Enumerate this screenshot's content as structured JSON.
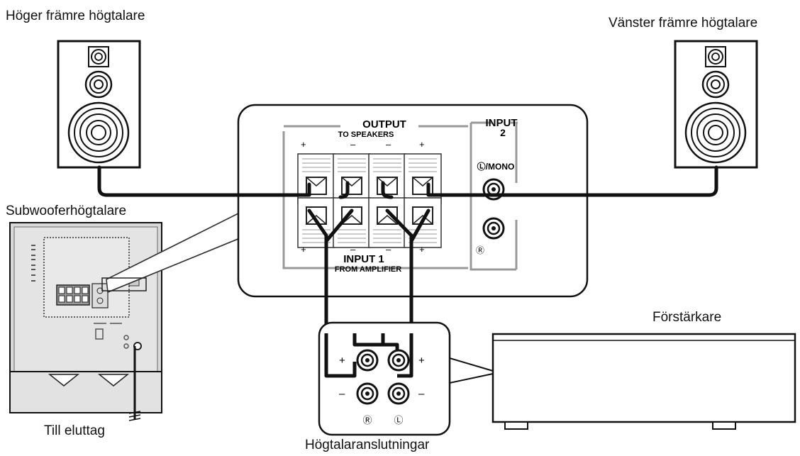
{
  "labels": {
    "right_front_speaker": "Höger främre högtalare",
    "left_front_speaker": "Vänster främre högtalare",
    "subwoofer": "Subwooferhögtalare",
    "power_outlet": "Till eluttag",
    "amplifier": "Förstärkare",
    "speaker_connections": "Högtalaranslutningar"
  },
  "panel": {
    "output_title": "OUTPUT",
    "output_subtitle": "TO SPEAKERS",
    "input2_title": "INPUT",
    "input2_number": "2",
    "input1_title": "INPUT 1",
    "input1_subtitle": "FROM AMPLIFIER",
    "left_mono": "Ⓛ/MONO",
    "right_channel": "Ⓡ",
    "plus": "+",
    "minus": "–"
  },
  "amp_terminals": {
    "plus": "+",
    "minus": "–",
    "right_channel": "Ⓡ",
    "left_channel": "Ⓛ"
  }
}
